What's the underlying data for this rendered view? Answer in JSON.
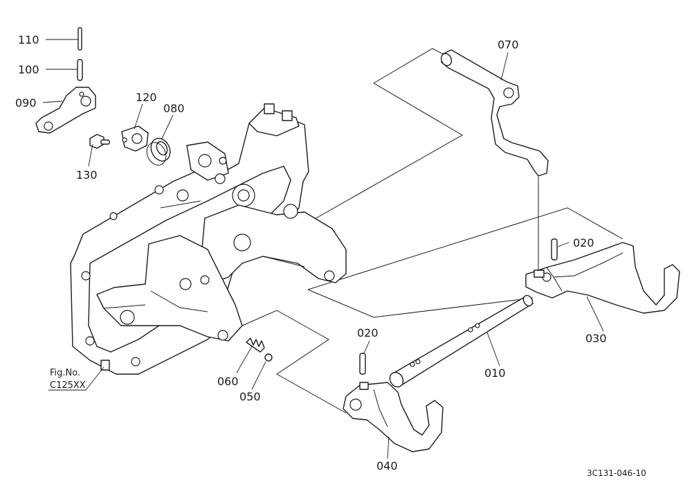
{
  "diagram": {
    "parts": [
      {
        "id": "p110",
        "number": "110"
      },
      {
        "id": "p100",
        "number": "100"
      },
      {
        "id": "p090",
        "number": "090"
      },
      {
        "id": "p120",
        "number": "120"
      },
      {
        "id": "p080",
        "number": "080"
      },
      {
        "id": "p130",
        "number": "130"
      },
      {
        "id": "p070",
        "number": "070"
      },
      {
        "id": "p020a",
        "number": "020"
      },
      {
        "id": "p030",
        "number": "030"
      },
      {
        "id": "p020b",
        "number": "020"
      },
      {
        "id": "p010",
        "number": "010"
      },
      {
        "id": "p060",
        "number": "060"
      },
      {
        "id": "p050",
        "number": "050"
      },
      {
        "id": "p040",
        "number": "040"
      }
    ],
    "figure_ref": {
      "line1": "Fig.No.",
      "line2": "C125XX"
    },
    "drawing_code": "3C131-046-10"
  }
}
